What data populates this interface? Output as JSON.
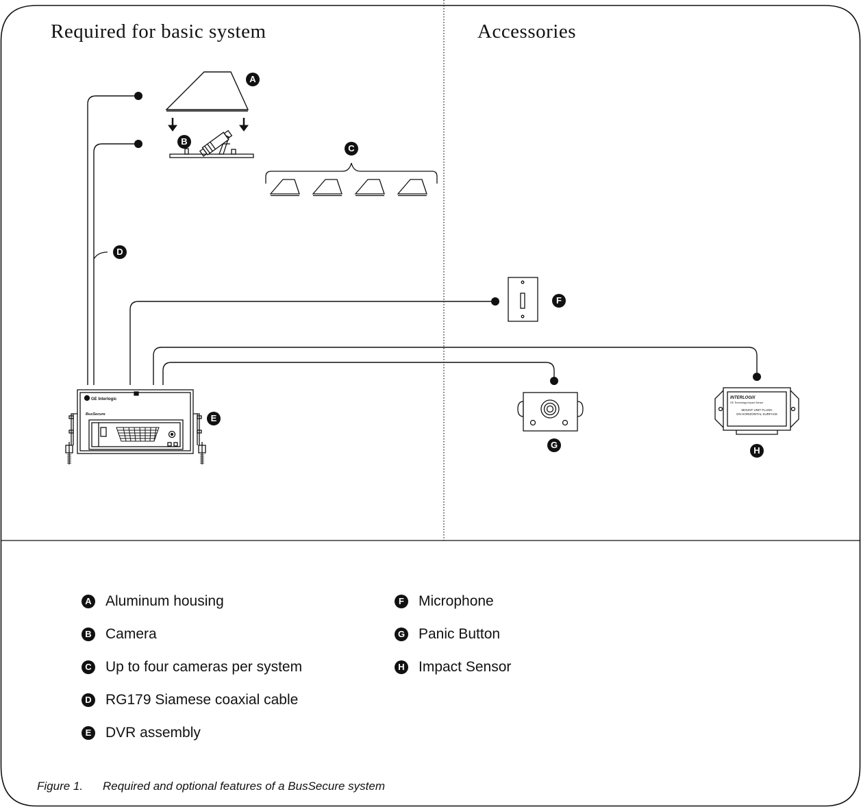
{
  "headings": {
    "required": "Required for basic system",
    "accessories": "Accessories"
  },
  "dvr_text": {
    "brand": "GE Interlogic",
    "model": "BusSecure"
  },
  "impact_sensor_text": {
    "brand": "INTERLOGIX",
    "subtitle": "GE Technology Impact Sensor",
    "instruction_line1": "MOUNT UNIT FLUSH",
    "instruction_line2": "ON HORIZONTAL SURFACE"
  },
  "legend": {
    "left": [
      {
        "key": "A",
        "label": "Aluminum housing"
      },
      {
        "key": "B",
        "label": "Camera"
      },
      {
        "key": "C",
        "label": "Up to four cameras per system"
      },
      {
        "key": "D",
        "label": "RG179 Siamese coaxial cable"
      },
      {
        "key": "E",
        "label": "DVR assembly"
      }
    ],
    "right": [
      {
        "key": "F",
        "label": "Microphone"
      },
      {
        "key": "G",
        "label": "Panic Button"
      },
      {
        "key": "H",
        "label": "Impact Sensor"
      }
    ]
  },
  "caption": {
    "number": "Figure 1.",
    "text": "Required and optional features of a BusSecure system"
  },
  "colors": {
    "ink": "#111111",
    "background": "#ffffff"
  }
}
